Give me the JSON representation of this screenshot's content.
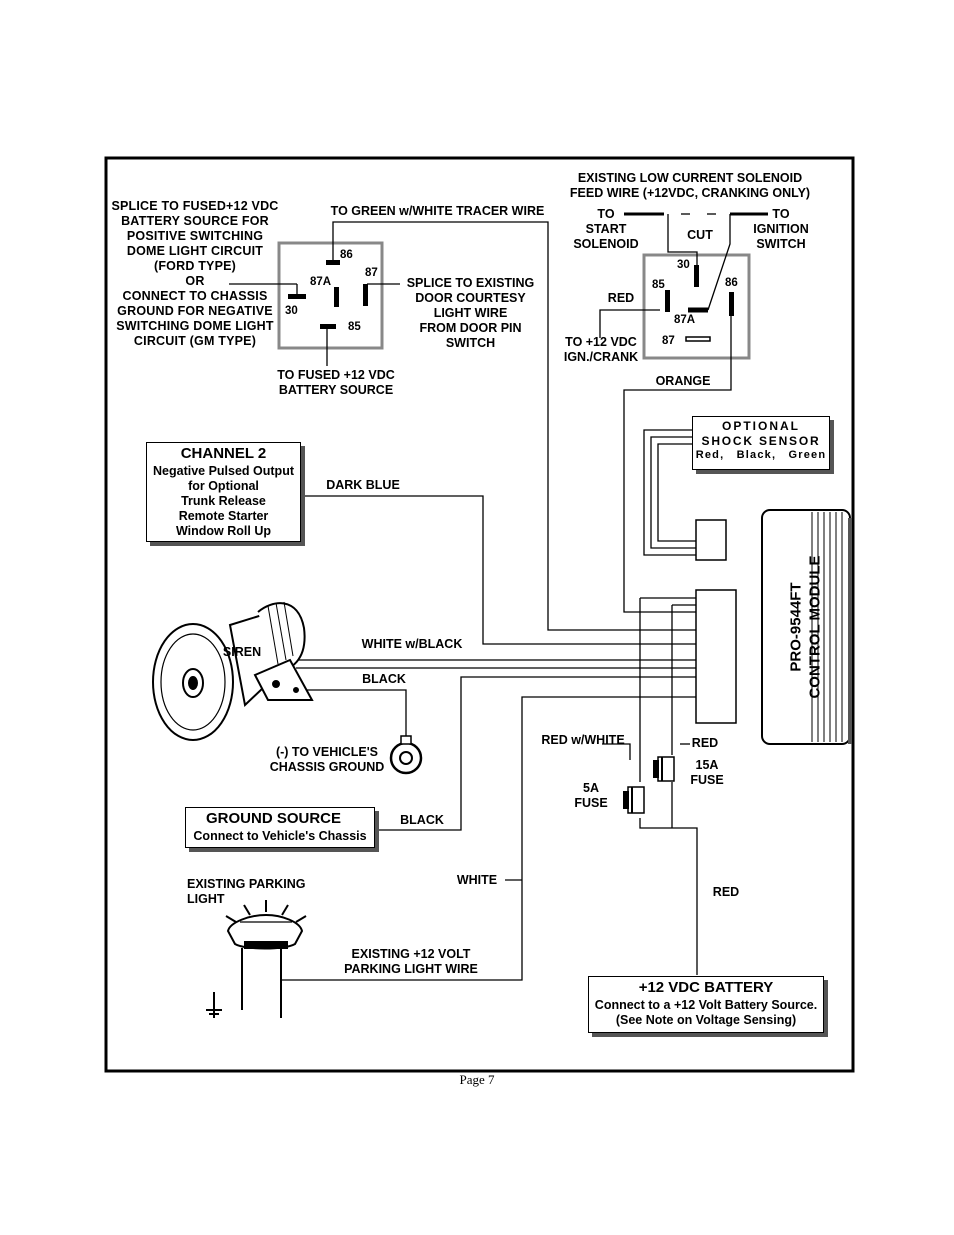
{
  "relay1": {
    "left_note": "SPLICE TO FUSED+12 VDC\nBATTERY SOURCE FOR\nPOSITIVE SWITCHING\nDOME LIGHT CIRCUIT\n(FORD TYPE)\nOR\nCONNECT TO CHASSIS\nGROUND FOR NEGATIVE\nSWITCHING DOME LIGHT\nCIRCUIT (GM TYPE)",
    "top_note": "TO GREEN w/WHITE TRACER WIRE",
    "right_note": "SPLICE TO EXISTING\nDOOR COURTESY\nLIGHT WIRE\nFROM DOOR PIN\nSWITCH",
    "bottom_note": "TO FUSED +12 VDC\nBATTERY SOURCE",
    "pins": {
      "p86": "86",
      "p87": "87",
      "p87a": "87A",
      "p30": "30",
      "p85": "85"
    }
  },
  "relay2": {
    "top_note": "EXISTING LOW CURRENT SOLENOID\nFEED WIRE (+12VDC, CRANKING ONLY)",
    "to_start": "TO\nSTART\nSOLENOID",
    "cut": "CUT",
    "to_ignition": "TO\nIGNITION\nSWITCH",
    "red": "RED",
    "to_ign": "TO +12 VDC\nIGN./CRANK",
    "orange": "ORANGE",
    "pins": {
      "p30": "30",
      "p85": "85",
      "p86": "86",
      "p87a": "87A",
      "p87": "87"
    }
  },
  "shock_sensor": {
    "title": "OPTIONAL",
    "subtitle": "SHOCK SENSOR",
    "wires": "Red, Black, Green"
  },
  "channel2": {
    "title": "CHANNEL 2",
    "body": "Negative Pulsed Output\nfor Optional\nTrunk Release\nRemote Starter\nWindow Roll Up",
    "wire": "DARK BLUE"
  },
  "siren": {
    "label": "SIREN",
    "wire1": "WHITE w/BLACK",
    "wire2": "BLACK",
    "ground_label": "(-) TO VEHICLE'S\nCHASSIS GROUND"
  },
  "ground_source": {
    "title": "GROUND SOURCE",
    "body": "Connect to Vehicle's Chassis",
    "wire": "BLACK"
  },
  "parking": {
    "label": "EXISTING PARKING\nLIGHT",
    "wire_label": "EXISTING +12 VOLT\nPARKING LIGHT WIRE",
    "wire": "WHITE"
  },
  "fuses": {
    "red_white": "RED w/WHITE",
    "red": "RED",
    "fuse15": "15A\nFUSE",
    "fuse5": "5A\nFUSE",
    "red_lower": "RED"
  },
  "battery": {
    "title": "+12 VDC BATTERY",
    "body": "Connect to a +12 Volt Battery Source.\n(See Note on Voltage Sensing)"
  },
  "module": {
    "line1": "PRO-9544FT",
    "line2": "CONTROL MODULE"
  },
  "page_number": "Page 7"
}
